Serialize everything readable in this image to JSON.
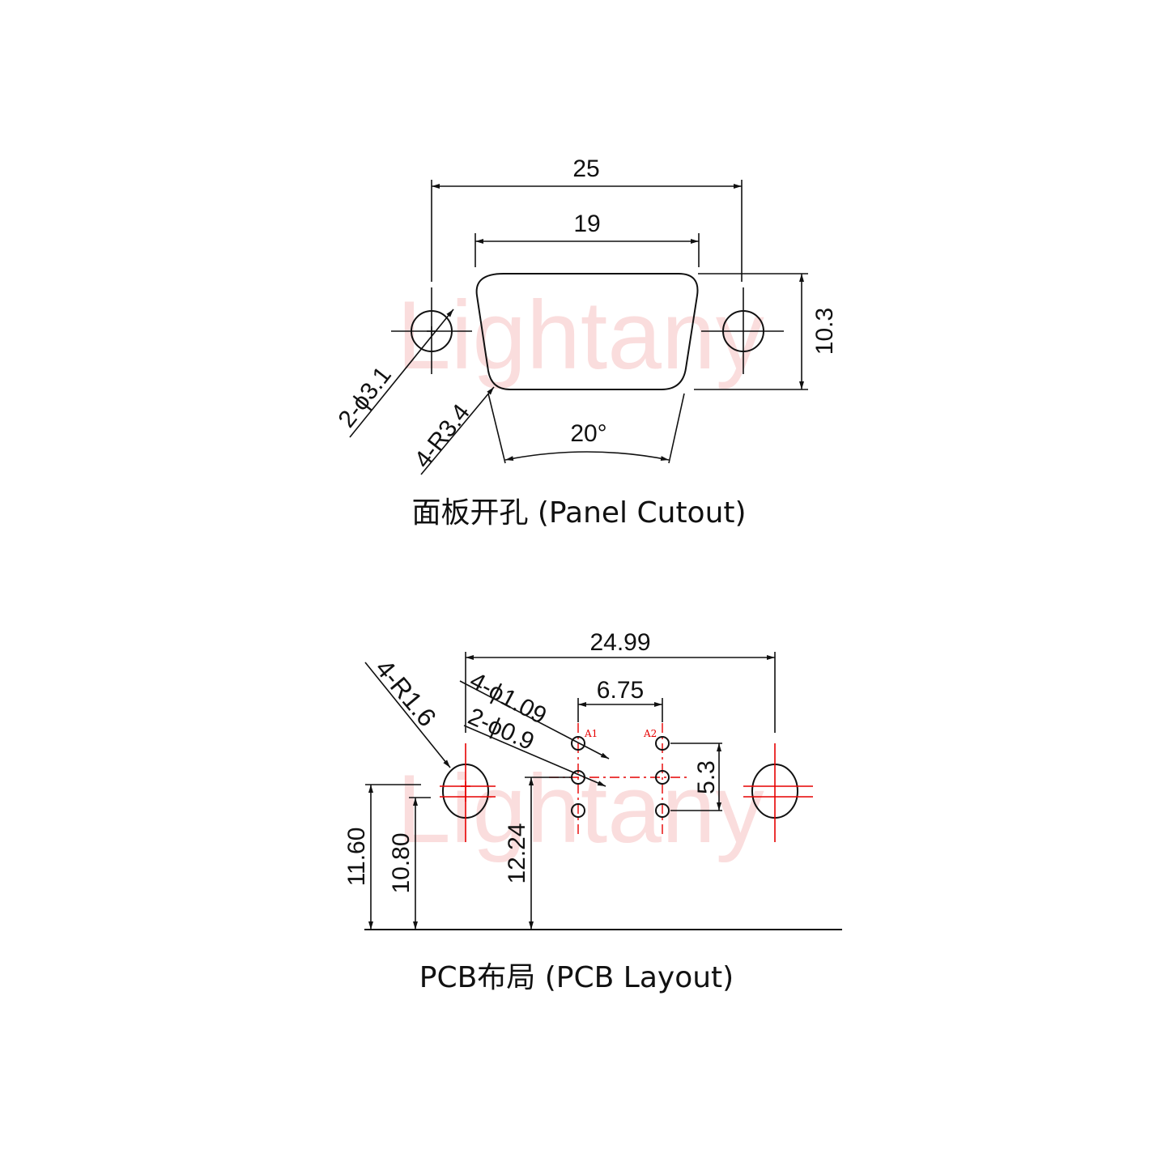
{
  "watermark": "Lightany",
  "panel": {
    "caption": "面板开孔 (Panel Cutout)",
    "dims": {
      "width_total": "25",
      "width_top": "19",
      "height": "10.3",
      "angle": "20°",
      "mount_hole": "2-ϕ3.1",
      "corner_radius": "4-R3.4"
    }
  },
  "pcb": {
    "caption": "PCB布局 (PCB Layout)",
    "dims": {
      "width_total": "24.99",
      "pin_spacing": "6.75",
      "pin_pitch_v": "5.3",
      "large_hole": "4-ϕ1.09",
      "small_hole": "2-ϕ0.9",
      "slot_radius": "4-R1.6",
      "h1": "11.60",
      "h2": "10.80",
      "h3": "12.24"
    },
    "pin_labels": [
      "A1",
      "A2"
    ]
  }
}
